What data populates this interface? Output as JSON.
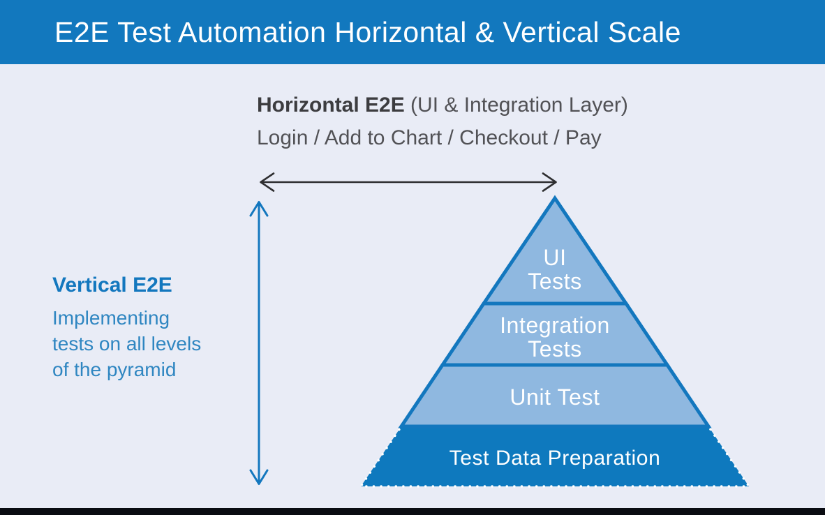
{
  "header": {
    "title": "E2E Test Automation Horizontal & Vertical Scale"
  },
  "horizontal": {
    "title": "Horizontal E2E",
    "subtitle": "(UI & Integration Layer)",
    "flow": "Login / Add to Chart / Checkout / Pay"
  },
  "vertical": {
    "title": "Vertical E2E",
    "description_lines": [
      "Implementing",
      "tests on all levels",
      "of the pyramid"
    ]
  },
  "pyramid": {
    "layers": [
      {
        "name": "ui-tests",
        "lines": [
          "UI",
          "Tests"
        ]
      },
      {
        "name": "integration-tests",
        "lines": [
          "Integration",
          "Tests"
        ]
      },
      {
        "name": "unit-test",
        "lines": [
          "Unit Test"
        ]
      },
      {
        "name": "test-data-preparation",
        "lines": [
          "Test Data Preparation"
        ]
      }
    ]
  },
  "colors": {
    "header_bg": "#1278BE",
    "page_bg": "#E9ECF6",
    "footer_bg": "#0A0C12",
    "pyramid_fill": "#8FB8E0",
    "pyramid_border": "#1377BE",
    "base_fill": "#0E79BE",
    "heading_text": "#3C3C3F",
    "body_text": "#515155",
    "blue_text": "#1377BE",
    "desc_text": "#2F86C1",
    "arrow_dark": "#2E2E30",
    "label_text": "#FFFFFF"
  }
}
